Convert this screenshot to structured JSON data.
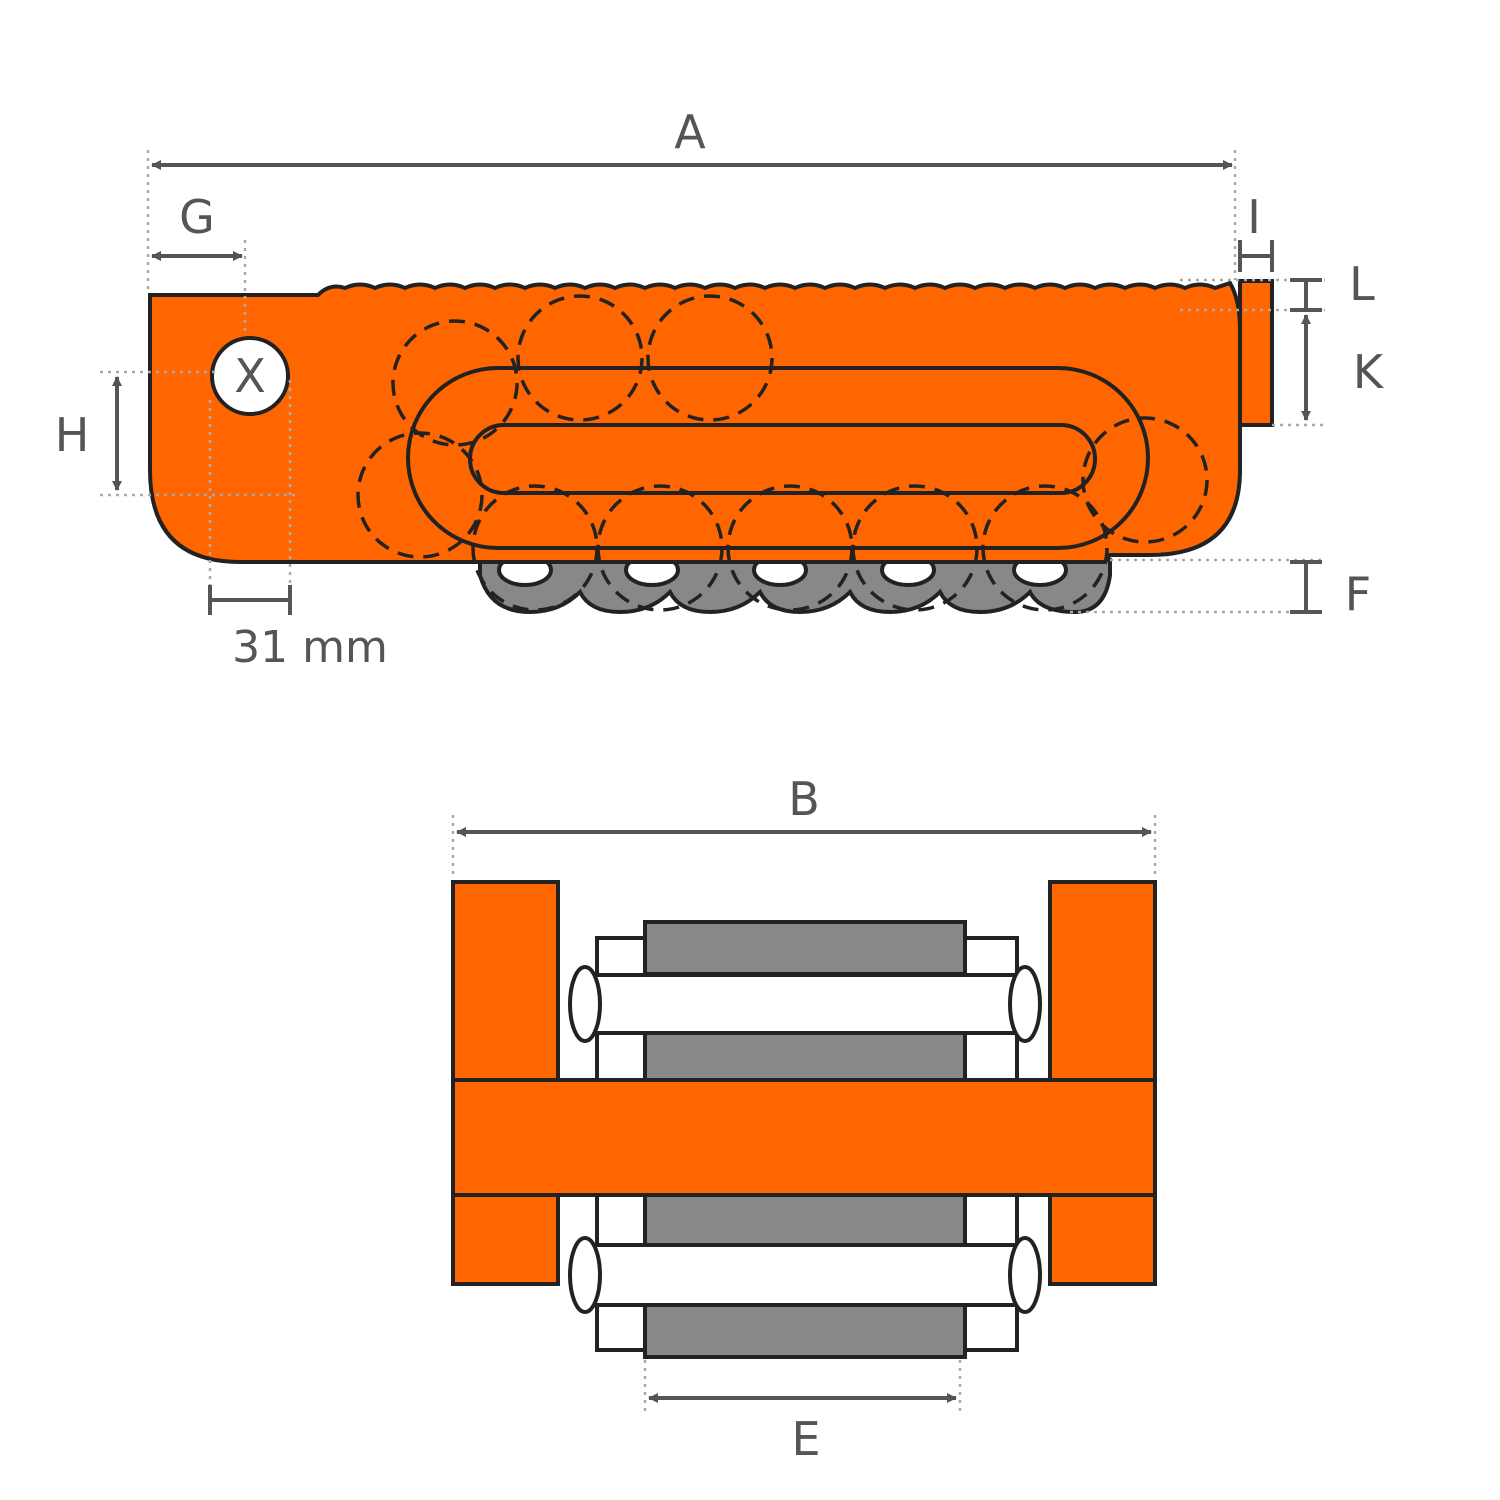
{
  "colors": {
    "body": "#FF6600",
    "roller": "#888888",
    "outline": "#222222",
    "dimension": "#555555"
  },
  "side_view": {
    "labels": {
      "A": "A",
      "G": "G",
      "I": "I",
      "L": "L",
      "K": "K",
      "H": "H",
      "F": "F",
      "X": "X"
    },
    "offset_text": "31 mm"
  },
  "front_view": {
    "labels": {
      "B": "B",
      "E": "E"
    }
  }
}
